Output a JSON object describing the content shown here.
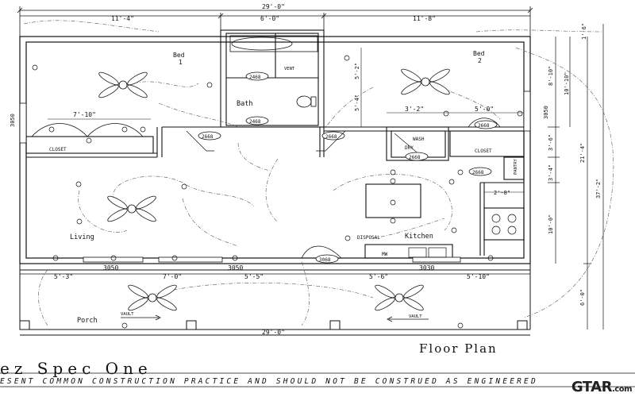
{
  "dimensions": {
    "overall_top": "29'-0\"",
    "top_left": "11'-4\"",
    "top_mid": "6'-0\"",
    "top_right": "11'-8\"",
    "overall_bottom": "29'-0\"",
    "left_window": "3050",
    "right_window": "3050",
    "bed2_v1": "5'-2\"",
    "bed2_v2": "5'-4\"",
    "bed2_h1": "3'-2\"",
    "bed2_h2": "5'-0\"",
    "bed1_closet_w": "7'-10\"",
    "right_v1": "8'-10\"",
    "right_v2": "10'-10\"",
    "right_v3": "3'-6\"",
    "right_v4": "21'-4\"",
    "right_v5": "3'-4\"",
    "right_v6": "10'-0\"",
    "right_v7": "37'-2\"",
    "right_v8": "6'-0\"",
    "right_v9": "1'-6\"",
    "kitchen_counter": "2'-8\"",
    "porch_left": "5'-3\"",
    "porch_w1": "3050",
    "porch_mid1": "7'-0\"",
    "porch_w2": "3050",
    "porch_mid2": "5'-5\"",
    "porch_mid3": "5'-6\"",
    "porch_w3": "3030",
    "porch_right": "5'-10\""
  },
  "rooms": {
    "bed1": [
      "Bed",
      "1"
    ],
    "bed2": [
      "Bed",
      "2"
    ],
    "bath": "Bath",
    "living": "Living",
    "kitchen": "Kitchen",
    "porch": "Porch",
    "closet_left": "CLOSET",
    "closet_right": "CLOSET",
    "pantry": "PANTRY",
    "wash": "WASH",
    "dry": "DRY",
    "disposal": "DISPOSAL",
    "vent": "VENT",
    "vault": "VAULT"
  },
  "doors": {
    "bath_top": "2468",
    "bath_bottom": "2468",
    "bed1_door": "2668",
    "bed2_door": "2668",
    "bed2_closet": "2668",
    "laundry": "2668",
    "pantry_door": "2668",
    "entry": "3068"
  },
  "labels": {
    "mw": "MW",
    "floor_plan": "Floor Plan",
    "spec_title": "ez  Spec  One",
    "disclaimer": "ESENT COMMON CONSTRUCTION PRACTICE AND SHOULD NOT BE CONSTRUED AS ENGINEERED",
    "watermark": "GTAR",
    "watermark_sub": ".com"
  }
}
